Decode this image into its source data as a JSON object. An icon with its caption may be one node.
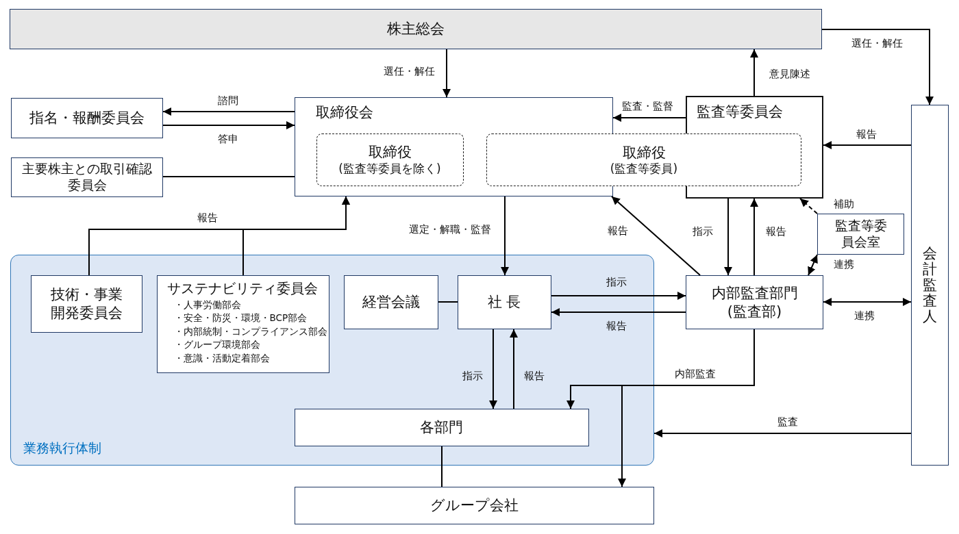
{
  "diagram": {
    "nodes": [
      {
        "text": [
          "株主総会"
        ]
      },
      {
        "text": [
          "指名・報酬委員会"
        ]
      },
      {
        "text": [
          "主要株主との取引確認委員会"
        ]
      },
      {
        "text": [
          "取締役会"
        ]
      },
      {
        "text": [
          "取締役",
          "(監査等委員を除く)"
        ],
        "in": 3
      },
      {
        "text": [
          "監査等委員会"
        ]
      },
      {
        "text": [
          "取締役",
          "(監査等委員)"
        ]
      },
      {
        "text": [
          "監査等委員会室"
        ]
      },
      {
        "text": [
          "会計監査人"
        ]
      },
      {
        "text": [
          "業務執行体制"
        ]
      },
      {
        "text": [
          "技術・事業開発委員会"
        ],
        "in": 9
      },
      {
        "text": [
          "サステナビリティ委員会",
          "・人事労働部会",
          "・安全・防災・環境・BCP部会",
          "・内部統制・コンプライアンス部会",
          "・グループ環境部会",
          "・意識・活動定着部会"
        ],
        "in": 9
      },
      {
        "text": [
          "経営会議"
        ],
        "in": 9
      },
      {
        "text": [
          "社 長"
        ],
        "in": 9
      },
      {
        "text": [
          "内部監査部門(監査部)"
        ]
      },
      {
        "text": [
          "各部門"
        ],
        "in": 9
      },
      {
        "text": [
          "グループ会社"
        ]
      }
    ],
    "edges": [
      {
        "from": 0,
        "to": 3,
        "arrow": "to",
        "label": "選任・解任"
      },
      {
        "from": 0,
        "to": 8,
        "arrow": "to",
        "label": "選任・解任"
      },
      {
        "from": 5,
        "to": 0,
        "arrow": "to",
        "label": "意見陳述"
      },
      {
        "from": 3,
        "to": 1,
        "arrow": "to",
        "label": "諮問"
      },
      {
        "from": 1,
        "to": 3,
        "arrow": "to",
        "label": "答申"
      },
      {
        "from": 2,
        "to": 3,
        "arrow": "none"
      },
      {
        "from": 5,
        "to": 3,
        "arrow": "to",
        "label": "監査・監督"
      },
      {
        "from": 8,
        "to": 5,
        "arrow": "to",
        "label": "報告"
      },
      {
        "from": 10,
        "to": 3,
        "arrow": "to",
        "label": "報告"
      },
      {
        "from": 11,
        "to": 3,
        "arrow": "to"
      },
      {
        "from": 3,
        "to": 13,
        "arrow": "to",
        "label": "選定・解職・監督"
      },
      {
        "from": 14,
        "to": 3,
        "arrow": "to",
        "label": "報告"
      },
      {
        "from": 5,
        "to": 14,
        "arrow": "to",
        "label": "指示"
      },
      {
        "from": 14,
        "to": 5,
        "arrow": "to",
        "label": "報告"
      },
      {
        "from": 7,
        "to": 5,
        "arrow": "to",
        "label": "補助",
        "style": "dashed"
      },
      {
        "from": 7,
        "to": 14,
        "arrow": "both",
        "label": "連携"
      },
      {
        "from": 12,
        "to": 13,
        "arrow": "none"
      },
      {
        "from": 13,
        "to": 14,
        "arrow": "to",
        "label": "指示"
      },
      {
        "from": 14,
        "to": 13,
        "arrow": "to",
        "label": "報告"
      },
      {
        "from": 14,
        "to": 8,
        "arrow": "both",
        "label": "連携"
      },
      {
        "from": 13,
        "to": 15,
        "arrow": "to",
        "label": "指示"
      },
      {
        "from": 15,
        "to": 13,
        "arrow": "to",
        "label": "報告"
      },
      {
        "from": 14,
        "to": 15,
        "arrow": "to",
        "label": "内部監査"
      },
      {
        "from": 14,
        "to": 16,
        "arrow": "to"
      },
      {
        "from": 8,
        "to": 9,
        "arrow": "to",
        "label": "監査"
      },
      {
        "from": 15,
        "to": 16,
        "arrow": "none"
      }
    ]
  }
}
